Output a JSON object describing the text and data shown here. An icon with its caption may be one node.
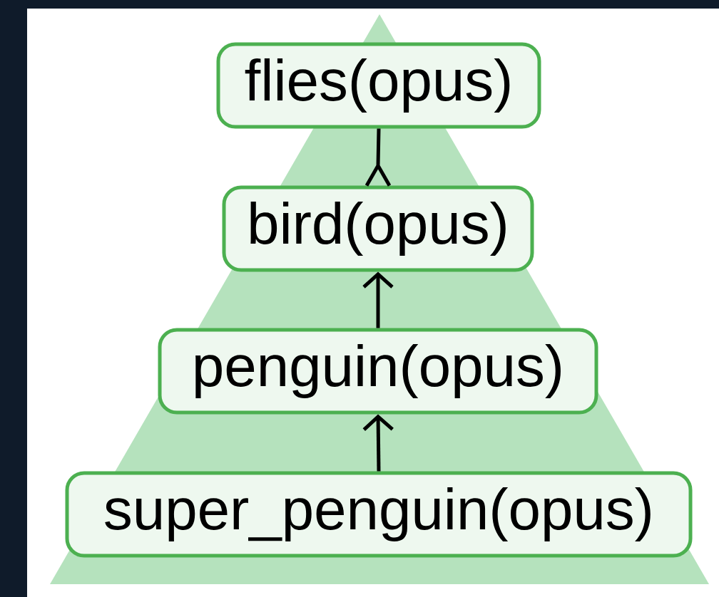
{
  "diagram": {
    "nodes": [
      {
        "text": [
          "flies(opus)"
        ]
      },
      {
        "text": [
          "bird(opus)"
        ]
      },
      {
        "text": [
          "penguin(opus)"
        ]
      },
      {
        "text": [
          "super_penguin(opus)"
        ]
      }
    ],
    "edges": [
      {
        "from": 1,
        "to": 0,
        "arrow": "other"
      },
      {
        "from": 2,
        "to": 1,
        "arrow": "to"
      },
      {
        "from": 3,
        "to": 2,
        "arrow": "to"
      }
    ]
  }
}
